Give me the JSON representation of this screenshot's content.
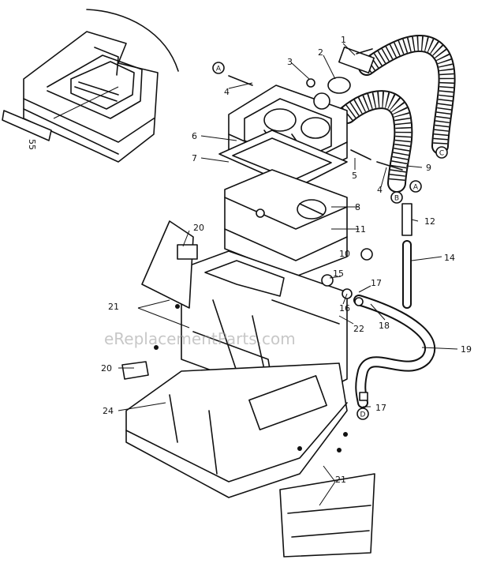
{
  "diagram": {
    "part_labels": [
      {
        "id": "p1",
        "text": "1"
      },
      {
        "id": "p2",
        "text": "2"
      },
      {
        "id": "p3",
        "text": "3"
      },
      {
        "id": "p4a",
        "text": "4"
      },
      {
        "id": "p4b",
        "text": "4"
      },
      {
        "id": "p5",
        "text": "5"
      },
      {
        "id": "p6",
        "text": "6"
      },
      {
        "id": "p7",
        "text": "7"
      },
      {
        "id": "p8",
        "text": "8"
      },
      {
        "id": "p9",
        "text": "9"
      },
      {
        "id": "p10",
        "text": "10"
      },
      {
        "id": "p11",
        "text": "11"
      },
      {
        "id": "p12",
        "text": "12"
      },
      {
        "id": "p14",
        "text": "14"
      },
      {
        "id": "p15",
        "text": "15"
      },
      {
        "id": "p16",
        "text": "16"
      },
      {
        "id": "p17a",
        "text": "17"
      },
      {
        "id": "p17b",
        "text": "17"
      },
      {
        "id": "p18",
        "text": "18"
      },
      {
        "id": "p19",
        "text": "19"
      },
      {
        "id": "p20a",
        "text": "20"
      },
      {
        "id": "p20b",
        "text": "20"
      },
      {
        "id": "p21a",
        "text": "21"
      },
      {
        "id": "p21b",
        "text": "21"
      },
      {
        "id": "p22",
        "text": "22"
      },
      {
        "id": "p24",
        "text": "24"
      },
      {
        "id": "p55",
        "text": "55"
      }
    ],
    "connector_markers": [
      {
        "id": "mA1",
        "text": "A"
      },
      {
        "id": "mA2",
        "text": "A"
      },
      {
        "id": "mB",
        "text": "B"
      },
      {
        "id": "mC",
        "text": "C"
      },
      {
        "id": "mD",
        "text": "D"
      }
    ],
    "watermark": "eReplacementParts.com"
  }
}
